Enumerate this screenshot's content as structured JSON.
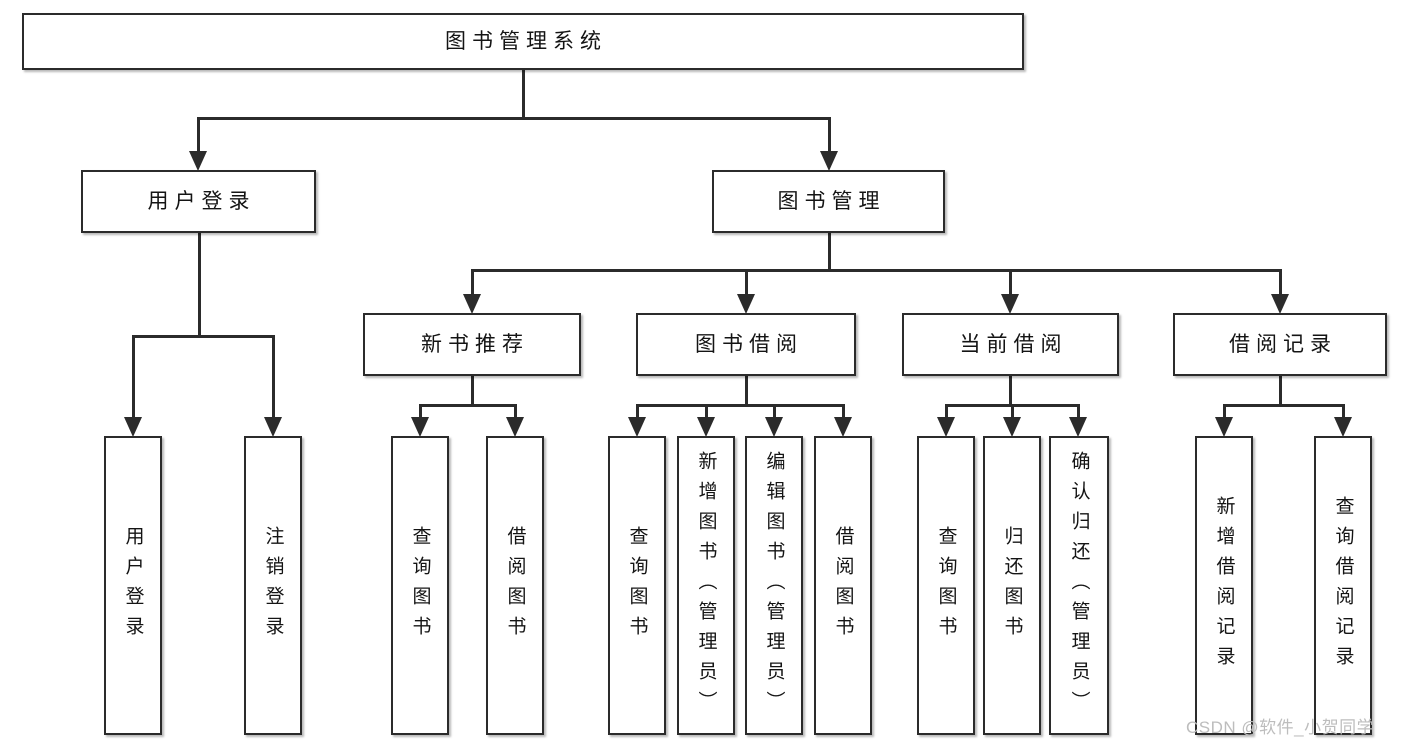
{
  "diagram": {
    "tree": {
      "label": "图书管理系统",
      "children": [
        {
          "label": "用户登录",
          "children": [
            {
              "label": "用户登录"
            },
            {
              "label": "注销登录"
            }
          ]
        },
        {
          "label": "图书管理",
          "children": [
            {
              "label": "新书推荐",
              "children": [
                {
                  "label": "查询图书"
                },
                {
                  "label": "借阅图书"
                }
              ]
            },
            {
              "label": "图书借阅",
              "children": [
                {
                  "label": "查询图书"
                },
                {
                  "label": "新增图书（管理员）"
                },
                {
                  "label": "编辑图书（管理员）"
                },
                {
                  "label": "借阅图书"
                }
              ]
            },
            {
              "label": "当前借阅",
              "children": [
                {
                  "label": "查询图书"
                },
                {
                  "label": "归还图书"
                },
                {
                  "label": "确认归还（管理员）"
                }
              ]
            },
            {
              "label": "借阅记录",
              "children": [
                {
                  "label": "新增借阅记录"
                },
                {
                  "label": "查询借阅记录"
                }
              ]
            }
          ]
        }
      ]
    }
  },
  "watermark": {
    "text": "CSDN @软件_小贺同学"
  },
  "colors": {
    "line": "#2b2b2b",
    "text": "#141414",
    "watermark": "#bdbdbd",
    "background": "#ffffff"
  }
}
